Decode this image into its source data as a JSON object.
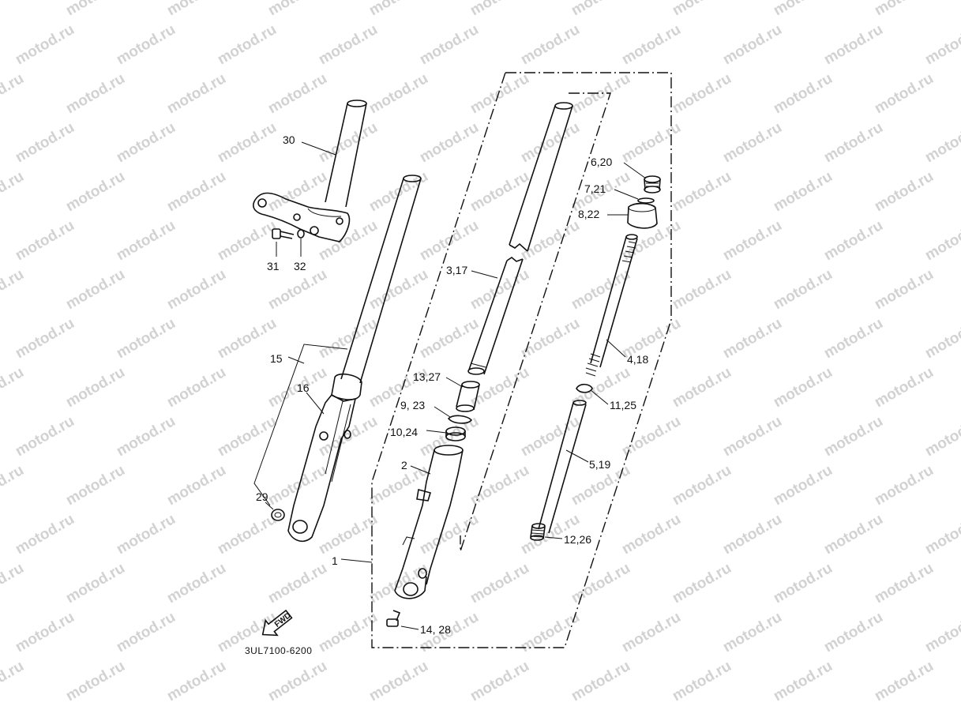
{
  "watermark": "motod.ru",
  "diagram_code": "3UL7100-6200",
  "fwd_label": "FWD",
  "labels": {
    "p30": "30",
    "p31": "31",
    "p32": "32",
    "p15": "15",
    "p16": "16",
    "p29": "29",
    "p1": "1",
    "p2": "2",
    "p3_17": "3,17",
    "p13_27": "13,27",
    "p9_23": "9, 23",
    "p10_24": "10,24",
    "p14_28": "14, 28",
    "p6_20": "6,20",
    "p7_21": "7,21",
    "p8_22": "8,22",
    "p4_18": "4,18",
    "p11_25": "11,25",
    "p5_19": "5,19",
    "p12_26": "12,26"
  }
}
